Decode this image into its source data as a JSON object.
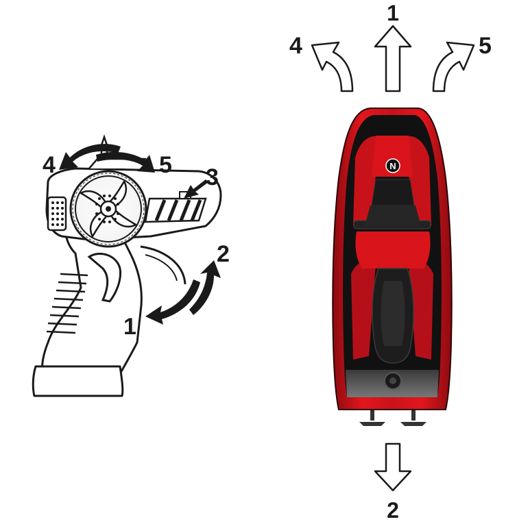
{
  "controller": {
    "labels": {
      "steer_left": "4",
      "steer_right": "5",
      "trim_button": "3",
      "throttle_back": "2",
      "throttle_forward": "1"
    }
  },
  "boat": {
    "logo_glyph": "N",
    "labels": {
      "forward": "1",
      "backward": "2",
      "left": "4",
      "right": "5"
    }
  },
  "colors": {
    "ink": "#1a1a1a",
    "hull_red": "#d9141b",
    "hull_dark": "#7a0a0e",
    "deck_black": "#111111",
    "deck_grey": "#5a5a5a"
  }
}
